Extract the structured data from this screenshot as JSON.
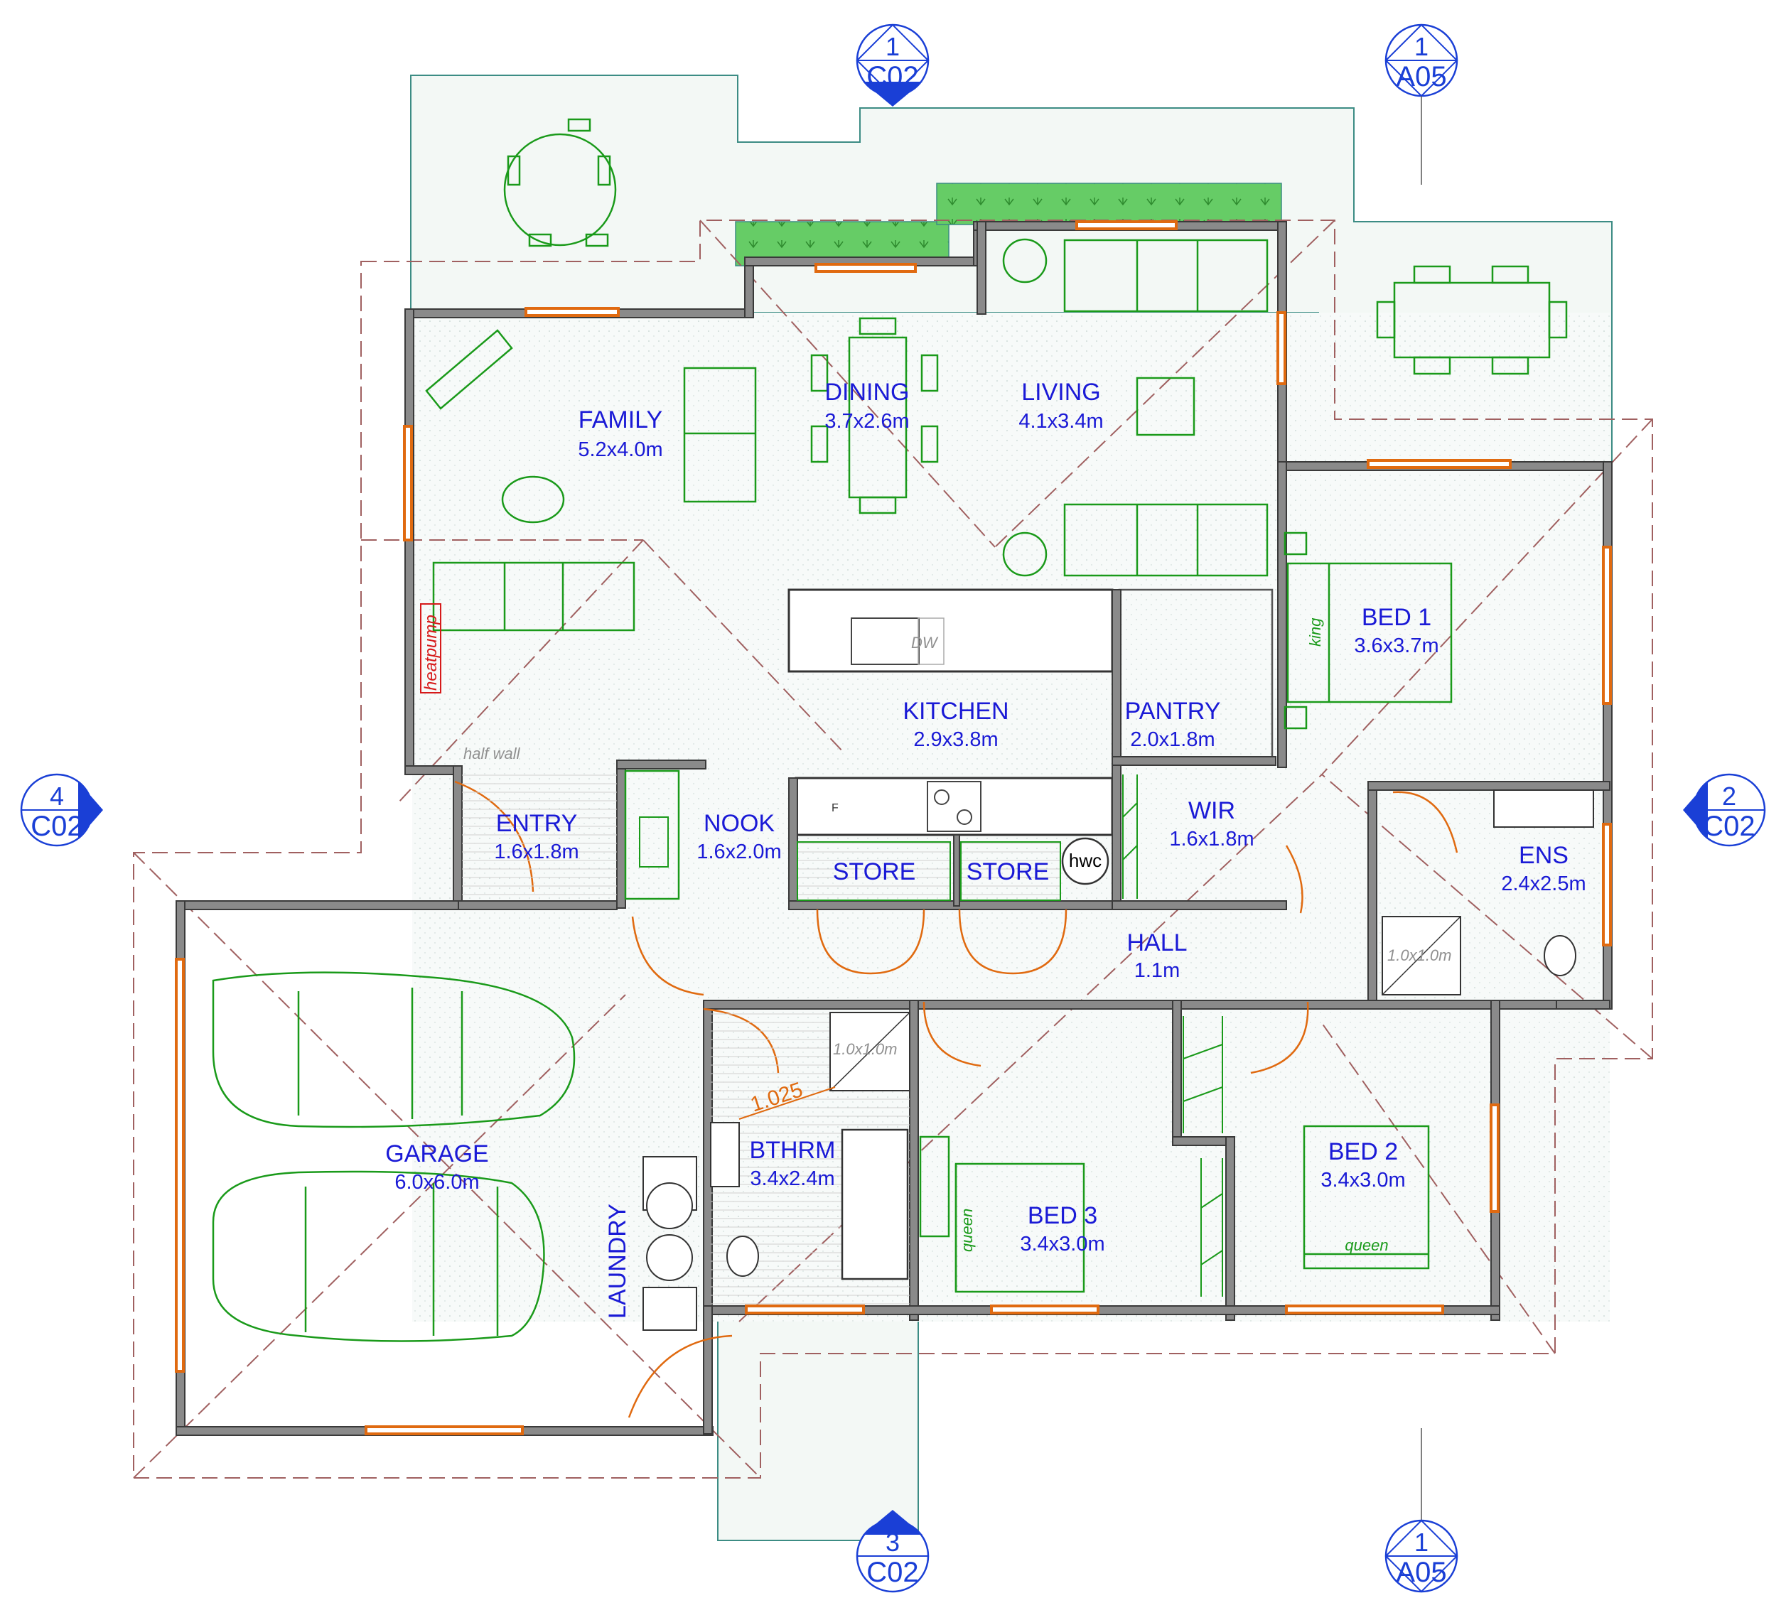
{
  "rooms": {
    "family": {
      "name": "FAMILY",
      "dim": "5.2x4.0m"
    },
    "dining": {
      "name": "DINING",
      "dim": "3.7x2.6m"
    },
    "living": {
      "name": "LIVING",
      "dim": "4.1x3.4m"
    },
    "kitchen": {
      "name": "KITCHEN",
      "dim": "2.9x3.8m"
    },
    "pantry": {
      "name": "PANTRY",
      "dim": "2.0x1.8m"
    },
    "bed1": {
      "name": "BED 1",
      "dim": "3.6x3.7m"
    },
    "entry": {
      "name": "ENTRY",
      "dim": "1.6x1.8m"
    },
    "nook": {
      "name": "NOOK",
      "dim": "1.6x2.0m"
    },
    "wir": {
      "name": "WIR",
      "dim": "1.6x1.8m"
    },
    "ens": {
      "name": "ENS",
      "dim": "2.4x2.5m"
    },
    "store1": {
      "name": "STORE"
    },
    "store2": {
      "name": "STORE"
    },
    "hall": {
      "name": "HALL",
      "dim": "1.1m"
    },
    "garage": {
      "name": "GARAGE",
      "dim": "6.0x6.0m"
    },
    "bthrm": {
      "name": "BTHRM",
      "dim": "3.4x2.4m"
    },
    "bed2": {
      "name": "BED 2",
      "dim": "3.4x3.0m"
    },
    "bed3": {
      "name": "BED 3",
      "dim": "3.4x3.0m"
    },
    "laundry": {
      "name": "LAUNDRY"
    }
  },
  "markers": {
    "top_c02": {
      "num": "1",
      "ref": "C02"
    },
    "top_a05": {
      "num": "1",
      "ref": "A05"
    },
    "left_c02": {
      "num": "4",
      "ref": "C02"
    },
    "right_c02": {
      "num": "2",
      "ref": "C02"
    },
    "bottom_c02": {
      "num": "3",
      "ref": "C02"
    },
    "bottom_a05": {
      "num": "1",
      "ref": "A05"
    }
  },
  "notes": {
    "half_wall": "half wall",
    "heatpump": "heatpump",
    "hwc": "hwc",
    "dw": "DW",
    "fridge": "F",
    "shower_ens": "1.0x1.0m",
    "shower_bthrm": "1.0x1.0m",
    "bed1_type": "king",
    "bed2_type": "queen",
    "bed3_type": "queen",
    "bthrm_dim": "1.025"
  },
  "colors": {
    "room_label": "#1a1ad6",
    "marker": "#1a3fd6",
    "furniture": "#1a9a1a",
    "window_door": "#e06a10",
    "deck_outline": "#3c8c84",
    "roof_line": "#a06060",
    "wall": "#8a8a8a",
    "garden": "#66cc66"
  }
}
